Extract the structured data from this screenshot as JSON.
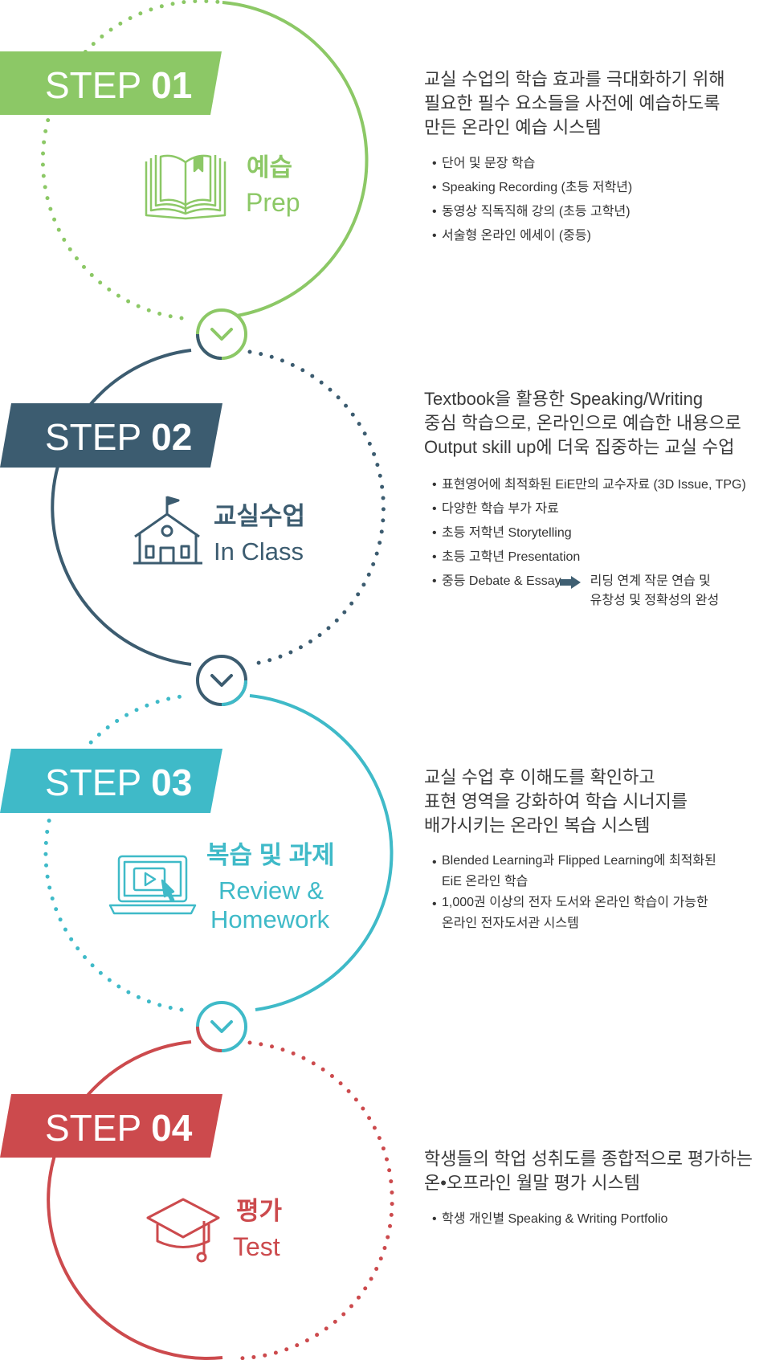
{
  "colors": {
    "step1": "#8cc866",
    "step2": "#3c5c70",
    "step3": "#3fbac8",
    "step4": "#cc4a4d"
  },
  "steps": [
    {
      "badge_prefix": "STEP",
      "badge_number": "01",
      "title_ko": "예습",
      "title_en": "Prep",
      "icon": "open-book-icon",
      "description": "교실 수업의 학습 효과를 극대화하기 위해\n필요한 필수 요소들을 사전에 예습하도록\n만든 온라인 예습 시스템",
      "bullets": [
        "단어 및 문장 학습",
        "Speaking Recording (초등 저학년)",
        "동영상 직독직해 강의 (초등 고학년)",
        "서술형 온라인 에세이 (중등)"
      ]
    },
    {
      "badge_prefix": "STEP",
      "badge_number": "02",
      "title_ko": "교실수업",
      "title_en": "In Class",
      "icon": "school-building-icon",
      "description": "Textbook을 활용한 Speaking/Writing\n중심 학습으로, 온라인으로 예습한 내용으로\nOutput skill up에 더욱 집중하는 교실 수업",
      "bullets": [
        "표현영어에 최적화된 EiE만의 교수자료 (3D Issue, TPG)",
        "다양한 학습 부가 자료",
        "초등 저학년 Storytelling",
        "초등 고학년 Presentation",
        "중등 Debate & Essay"
      ],
      "arrow_follow": "리딩 연계 작문 연습 및\n유창성 및 정확성의 완성"
    },
    {
      "badge_prefix": "STEP",
      "badge_number": "03",
      "title_ko": "복습 및 과제",
      "title_en": "Review &\nHomework",
      "icon": "laptop-video-icon",
      "description": "교실 수업 후 이해도를 확인하고\n표현 영역을 강화하여 학습 시너지를\n배가시키는 온라인 복습 시스템",
      "bullets": [
        "Blended Learning과 Flipped Learning에 최적화된\nEiE 온라인 학습",
        "1,000권 이상의 전자 도서와 온라인 학습이 가능한\n온라인 전자도서관 시스템"
      ]
    },
    {
      "badge_prefix": "STEP",
      "badge_number": "04",
      "title_ko": "평가",
      "title_en": "Test",
      "icon": "graduation-cap-icon",
      "description": "학생들의 학업 성취도를 종합적으로 평가하는\n온•오프라인 월말 평가 시스템",
      "bullets": [
        "학생 개인별 Speaking & Writing Portfolio"
      ]
    }
  ],
  "connectors": [
    "chevron-down-icon",
    "chevron-down-icon",
    "chevron-down-icon"
  ]
}
